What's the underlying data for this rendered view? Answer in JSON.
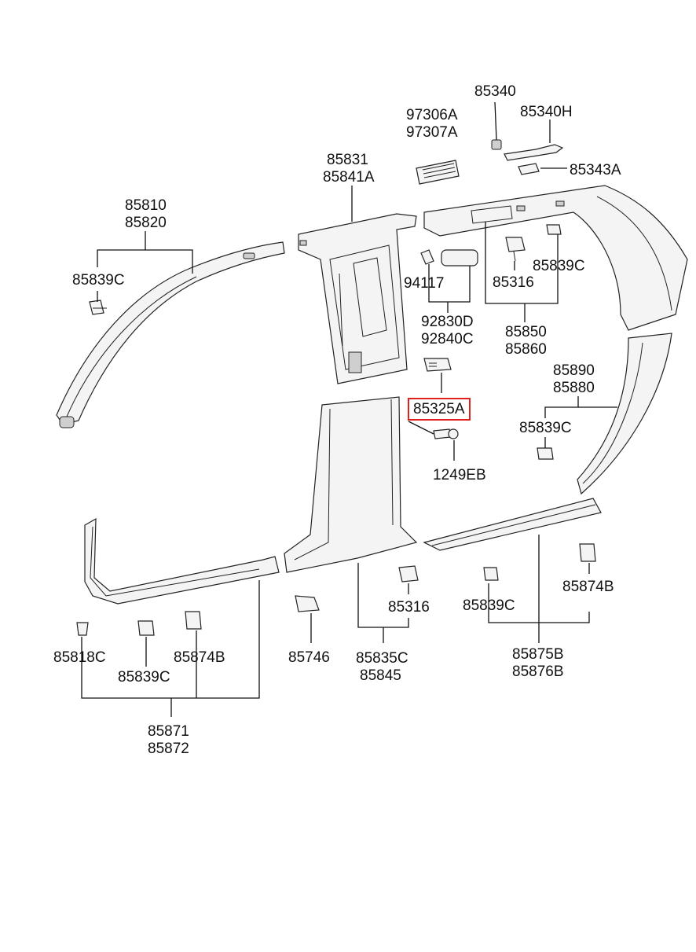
{
  "highlight_color": "#e0201c",
  "labels": {
    "l85340": "85340",
    "l85340H": "85340H",
    "l97306A": "97306A",
    "l97307A": "97307A",
    "l85343A": "85343A",
    "l85831": "85831",
    "l85841A": "85841A",
    "l85810": "85810",
    "l85820": "85820",
    "l85839C_a": "85839C",
    "l94117": "94117",
    "l85316_a": "85316",
    "l85839C_b": "85839C",
    "l92830D": "92830D",
    "l92840C": "92840C",
    "l85850": "85850",
    "l85860": "85860",
    "l85890": "85890",
    "l85880": "85880",
    "l85325A": "85325A",
    "l85839C_c": "85839C",
    "l1249EB": "1249EB",
    "l85316_b": "85316",
    "l85839C_d": "85839C",
    "l85874B_a": "85874B",
    "l85818C": "85818C",
    "l85839C_e": "85839C",
    "l85874B_b": "85874B",
    "l85746": "85746",
    "l85835C": "85835C",
    "l85845": "85845",
    "l85875B": "85875B",
    "l85876B": "85876B",
    "l85871": "85871",
    "l85872": "85872"
  }
}
